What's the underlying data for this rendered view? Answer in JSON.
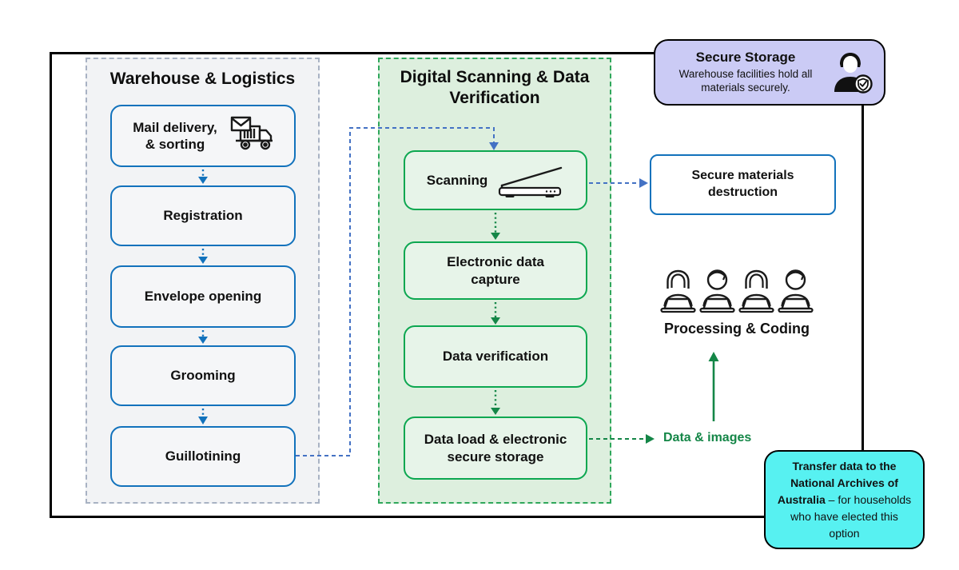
{
  "warehouse": {
    "title": "Warehouse & Logistics",
    "steps": [
      {
        "label": "Mail delivery, & sorting",
        "icon": "mail-truck-icon"
      },
      {
        "label": "Registration"
      },
      {
        "label": "Envelope opening"
      },
      {
        "label": "Grooming"
      },
      {
        "label": "Guillotining"
      }
    ]
  },
  "digital": {
    "title": "Digital Scanning & Data Verification",
    "steps": [
      {
        "label": "Scanning",
        "icon": "scanner-icon"
      },
      {
        "label": "Electronic data capture"
      },
      {
        "label": "Data verification"
      },
      {
        "label": "Data load & electronic secure storage"
      }
    ]
  },
  "nodes": {
    "secure_destruction": "Secure materials destruction",
    "processing_coding": "Processing & Coding",
    "data_images": "Data & images"
  },
  "callouts": {
    "secure_storage": {
      "title": "Secure Storage",
      "body": "Warehouse facilities hold all materials securely.",
      "icon": "security-guard-icon"
    },
    "transfer": {
      "bold_text": "Transfer data to the National Archives of Australia",
      "normal_text": " – for households who have elected this option"
    }
  },
  "colors": {
    "blue_border": "#1272bc",
    "blue_connector": "#4472c4",
    "green_border": "#0ca750",
    "green_connector": "#148647",
    "warehouse_bg": "#f2f3f5",
    "warehouse_dash": "#a8b2c3",
    "digital_bg": "#ddefde",
    "digital_dash": "#2fa75b",
    "purple_callout_bg": "#cbcbf5",
    "cyan_callout_bg": "#57f1f1",
    "frame_border": "#000000"
  }
}
